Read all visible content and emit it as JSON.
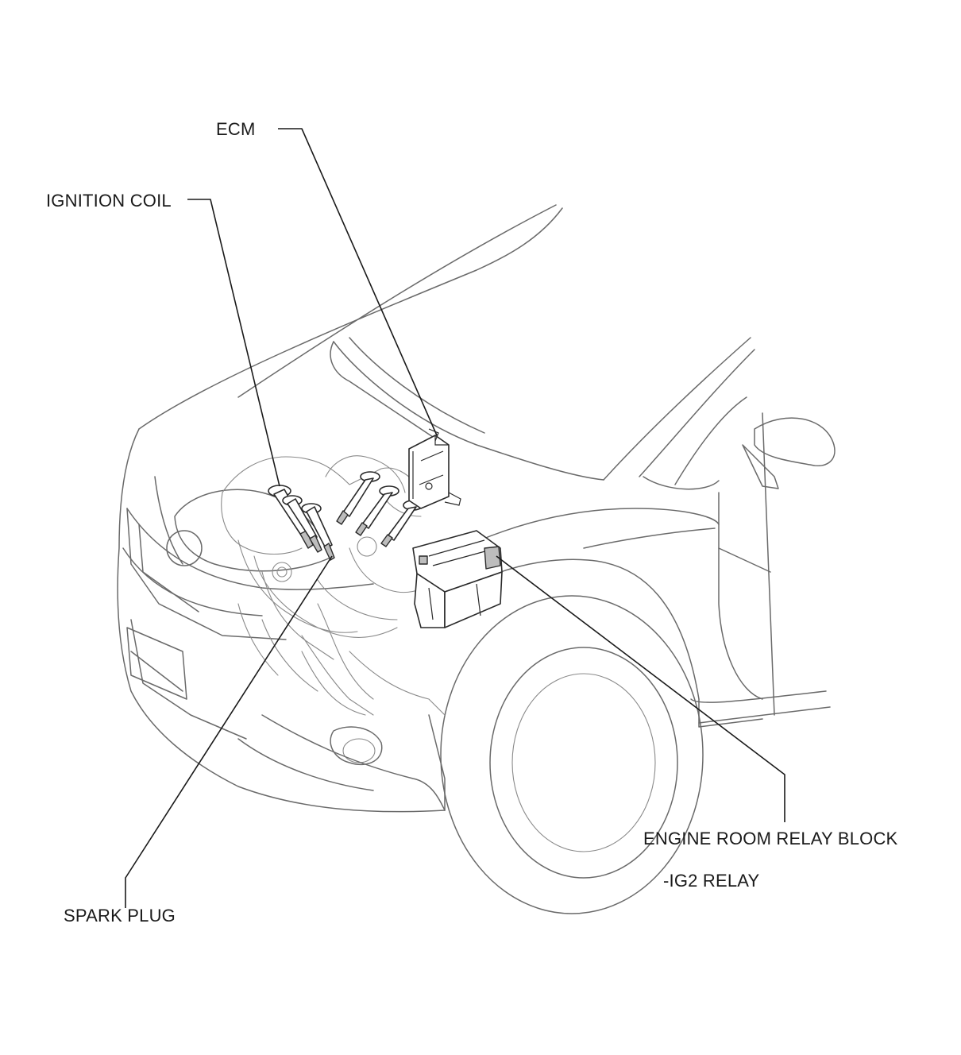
{
  "labels": {
    "ecm": "ECM",
    "ignition_coil": "IGNITION COIL",
    "spark_plug": "SPARK PLUG",
    "relay_block": "ENGINE ROOM RELAY BLOCK",
    "ig2_relay": "-IG2 RELAY"
  },
  "colors": {
    "outline": "#6a6a6a",
    "leader": "#1a1a1a",
    "background": "#ffffff"
  }
}
